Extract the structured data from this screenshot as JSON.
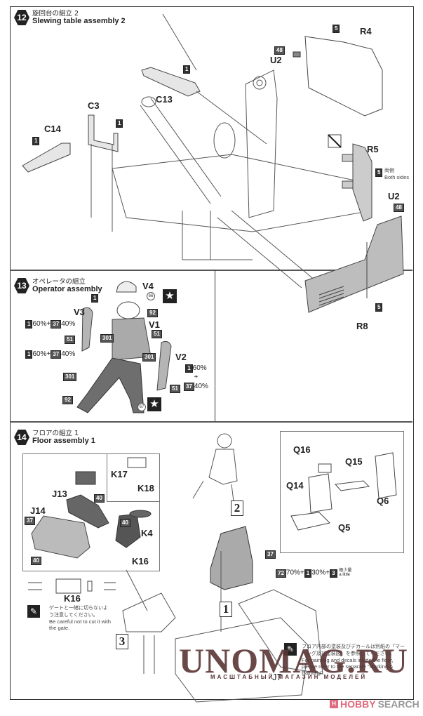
{
  "steps": [
    {
      "number": "12",
      "title_jp": "旋回台の組立 2",
      "title_en": "Slewing table assembly 2"
    },
    {
      "number": "13",
      "title_jp": "オペレータの組立",
      "title_en": "Operator assembly"
    },
    {
      "number": "14",
      "title_jp": "フロアの組立 1",
      "title_en": "Floor assembly 1"
    }
  ],
  "step12": {
    "parts": [
      "C13",
      "C3",
      "C14",
      "U2",
      "R4",
      "R5",
      "U2",
      "R8"
    ],
    "paint_codes": [
      "1",
      "1",
      "1",
      "48",
      "5",
      "5",
      "48",
      "5"
    ],
    "both_sides_jp": "両側",
    "both_sides_en": "Both sides"
  },
  "step13": {
    "parts": [
      "V4",
      "V3",
      "V1",
      "V2"
    ],
    "paint_codes": [
      "1",
      "92",
      "51",
      "51",
      "301",
      "301",
      "301",
      "92",
      "51",
      "37"
    ],
    "decals": [
      "66",
      "67"
    ],
    "mix": {
      "a": "1",
      "a_pct": "60%",
      "plus": "+",
      "b": "37",
      "b_pct": "40%"
    },
    "star": "★"
  },
  "step14": {
    "parts": [
      "K17",
      "K18",
      "J13",
      "J14",
      "K4",
      "K16",
      "K16",
      "Q16",
      "Q15",
      "Q14",
      "Q6",
      "Q5",
      "J7"
    ],
    "paint_codes": [
      "40",
      "37",
      "40",
      "40",
      "37"
    ],
    "seat_mix": {
      "a": "72",
      "a_pct": "70%",
      "b": "1",
      "b_pct": "30%",
      "c": "3",
      "c_note_jp": "極少量",
      "c_note_en": "a little"
    },
    "sub_steps": [
      "1",
      "2",
      "3"
    ],
    "gate_note_jp": "ゲートと一緒に切らないよう注意してください。",
    "gate_note_en": "Be careful not to cut it with the gate.",
    "floor_note_jp": "フロア内部の塗装及びデカールは別紙の「マーキング及び塗装図」を参照してください。",
    "floor_note_en": "For painting and decals inside the floor, please refer to the separate \"Marking & Painting\"."
  },
  "watermark": {
    "text": "UNOMAG.RU",
    "sub": "МАСШТАБНЫЙ МАГАЗИН МОДЕЛЕЙ"
  },
  "logo": {
    "brand": "HOBBY",
    "suffix": "SEARCH"
  }
}
